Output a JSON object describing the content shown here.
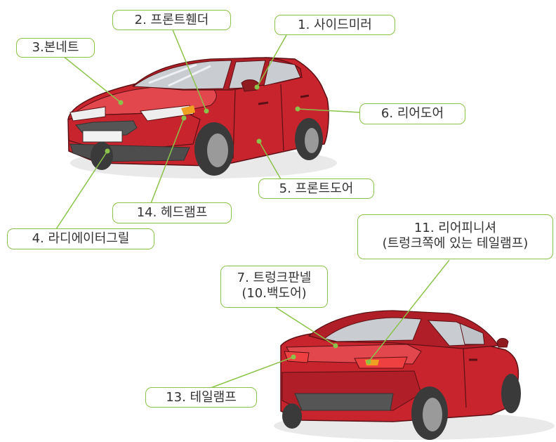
{
  "labels": {
    "side_mirror": "1. 사이드미러",
    "front_fender": "2. 프론트휀더",
    "bonnet": "3.본네트",
    "radiator_grill": "4. 라디에이터그릴",
    "front_door": "5. 프론트도어",
    "rear_door": "6. 리어도어",
    "trunk_panel_line1": "7. 트렁크판넬",
    "trunk_panel_line2": "(10.백도어)",
    "rear_finisher_line1": "11. 리어피니셔",
    "rear_finisher_line2": "(트렁크쪽에 있는 테일램프)",
    "tail_lamp": "13. 테일램프",
    "headlamp": "14. 헤드램프"
  },
  "colors": {
    "leader_line": "#8bc34a",
    "label_border": "#8bc34a",
    "car_body": "#c8242d",
    "car_highlight": "#e14a50",
    "car_shadow": "#8f1a20",
    "glass": "#c9ccd1",
    "tire": "#3a3a3a",
    "bumper_dark": "#555555"
  }
}
